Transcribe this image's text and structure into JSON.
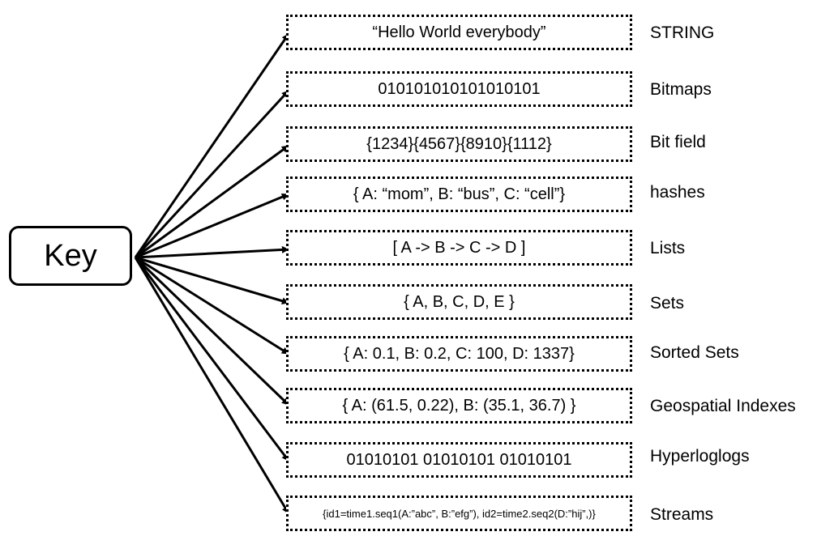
{
  "key": {
    "label": "Key"
  },
  "types": [
    {
      "value": "“Hello World everybody”",
      "label": "STRING"
    },
    {
      "value": "010101010101010101",
      "label": "Bitmaps"
    },
    {
      "value": "{1234}{4567}{8910}{1112}",
      "label": "Bit field"
    },
    {
      "value": "{ A: “mom”, B: “bus”, C: “cell”}",
      "label": "hashes"
    },
    {
      "value": "[ A -> B -> C -> D ]",
      "label": "Lists"
    },
    {
      "value": "{ A, B, C, D, E }",
      "label": "Sets"
    },
    {
      "value": "{ A: 0.1, B: 0.2, C: 100, D: 1337}",
      "label": "Sorted Sets"
    },
    {
      "value": "{ A: (61.5, 0.22), B: (35.1, 36.7) }",
      "label": "Geospatial Indexes"
    },
    {
      "value": "01010101 01010101 01010101",
      "label": "Hyperloglogs"
    },
    {
      "value": "{id1=time1.seq1(A:”abc”,  B:”efg”), id2=time2.seq2(D:”hij”,)}",
      "label": "Streams"
    }
  ]
}
